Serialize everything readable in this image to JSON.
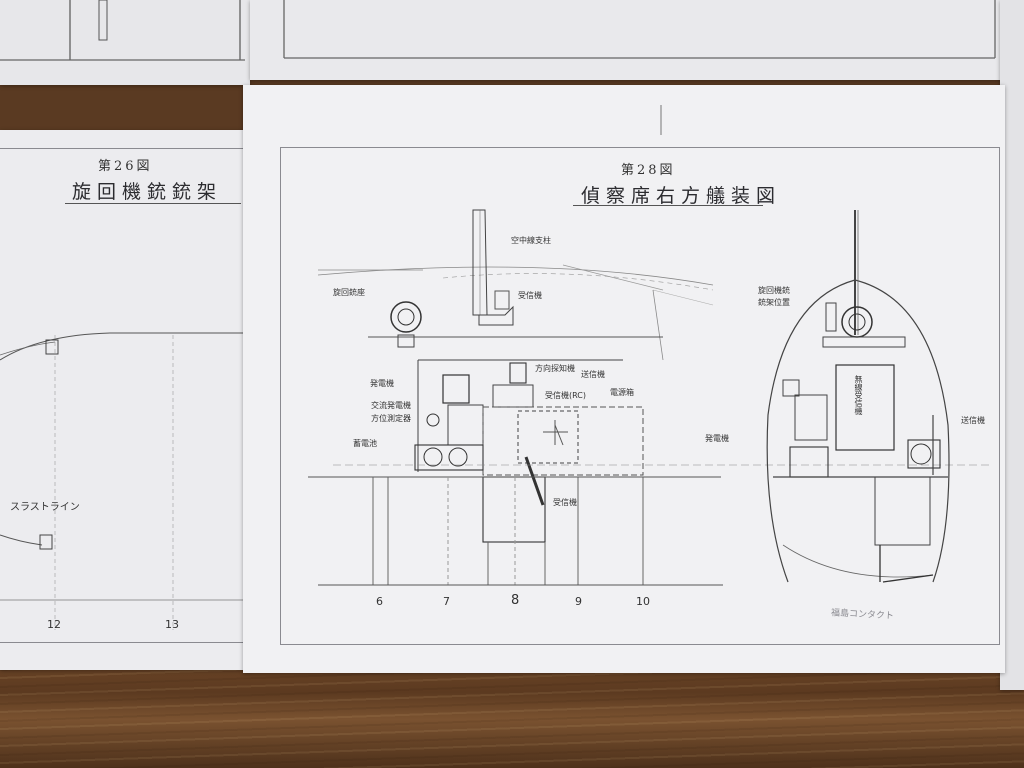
{
  "left_sheet": {
    "figure_number": "第26図",
    "title": "旋回機銃銃架",
    "note": "スラストライン",
    "axis_labels": [
      "12",
      "13"
    ]
  },
  "main_sheet": {
    "figure_number": "第28図",
    "title": "偵察席右方艤装図",
    "axis_labels": [
      "6",
      "7",
      "8",
      "9",
      "10"
    ],
    "labels": {
      "radio_mast": "空中線支柱",
      "turret": "旋回銃座",
      "direction_finder": "方向探知機",
      "receiver": "受信機",
      "transmitter": "送信機",
      "rc": "受信機(RC)",
      "power": "発電機",
      "ac": "交流発電機",
      "bearing": "方位測定器",
      "battery": "蓄電池",
      "equipment": "電源箱",
      "right_label1": "旋回機銃",
      "right_label2": "銃架位置",
      "center_box": "無線受信機",
      "right_unit": "送信機",
      "left_unit": "発電機",
      "pencil_note": "福島コンタクト"
    }
  },
  "colors": {
    "paper": "#f1f1f3",
    "ink": "#3a3a3f",
    "table": "#5c3a20"
  }
}
